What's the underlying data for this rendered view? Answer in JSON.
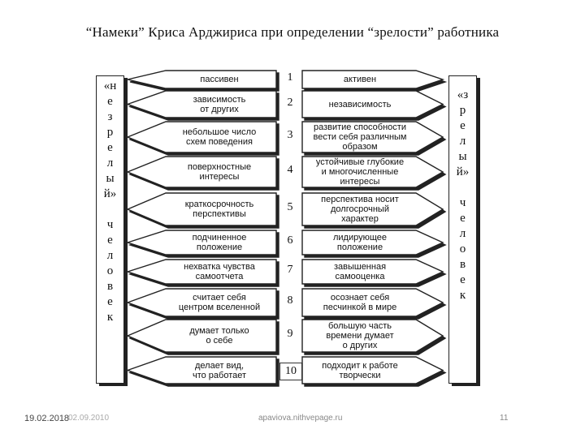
{
  "title": "“Намеки” Криса Арджириса при определении “зрелости” работника",
  "left_panel_chars": [
    "«н",
    "е",
    "з",
    "р",
    "е",
    "л",
    "ы",
    "й»",
    "",
    "ч",
    "е",
    "л",
    "о",
    "в",
    "е",
    "к"
  ],
  "right_panel_chars": [
    "«з",
    "р",
    "е",
    "л",
    "ы",
    "й»",
    "",
    "ч",
    "е",
    "л",
    "о",
    "в",
    "е",
    "к"
  ],
  "rows": [
    {
      "num": "1",
      "left": "пассивен",
      "right": "активен"
    },
    {
      "num": "2",
      "left": "зависимость\nот других",
      "right": "независимость"
    },
    {
      "num": "3",
      "left": "небольшое число\nсхем поведения",
      "right": "развитие способности\nвести себя различным\nобразом"
    },
    {
      "num": "4",
      "left": "поверхностные\nинтересы",
      "right": "устойчивые глубокие\nи многочисленные\nинтересы"
    },
    {
      "num": "5",
      "left": "краткосрочность\nперспективы",
      "right": "перспектива носит\nдолгосрочный\nхарактер"
    },
    {
      "num": "6",
      "left": "подчиненное\nположение",
      "right": "лидирующее\nположение"
    },
    {
      "num": "7",
      "left": "нехватка чувства\nсамоотчета",
      "right": "завышенная\nсамооценка"
    },
    {
      "num": "8",
      "left": "считает себя\nцентром вселенной",
      "right": "осознает себя\nпесчинкой в мире"
    },
    {
      "num": "9",
      "left": "думает только\nо себе",
      "right": "большую часть\nвремени думает\nо других"
    },
    {
      "num": "10",
      "left": "делает вид,\nчто работает",
      "right": "подходит к работе\nтворчески"
    }
  ],
  "footer": {
    "date1": "19.02.2018",
    "date2": "02.09.2010",
    "site": "apaviova.nithvepage.ru",
    "page": "11"
  }
}
